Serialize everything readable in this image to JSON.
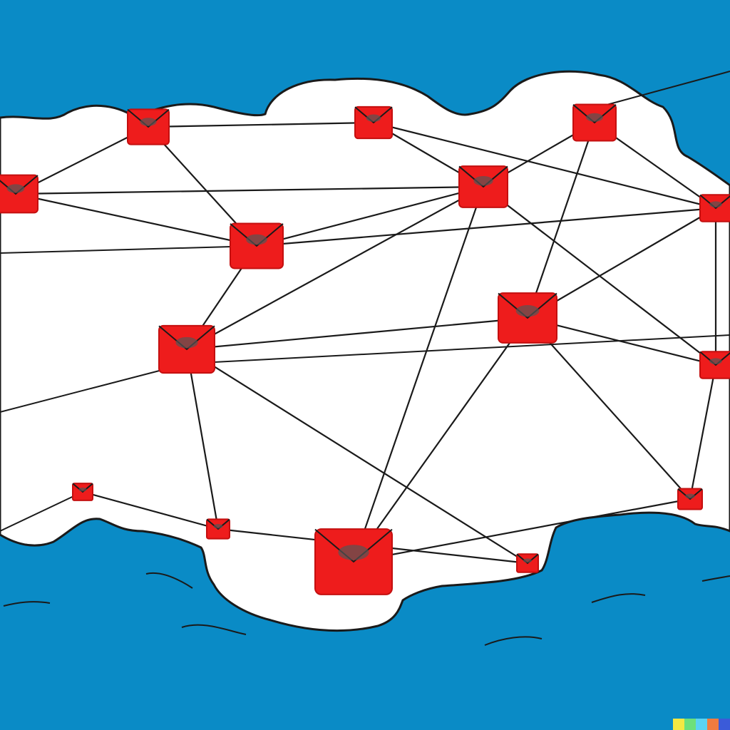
{
  "palette": {
    "sky": "#0a8bc6",
    "cloud": "#ffffff",
    "outline": "#1a1a1a",
    "node": "#ee1c1c",
    "node_shade": "#c40f0f"
  },
  "nodes": [
    {
      "id": "n1"
    },
    {
      "id": "n2"
    },
    {
      "id": "n3"
    },
    {
      "id": "n4"
    },
    {
      "id": "n5"
    },
    {
      "id": "n6"
    },
    {
      "id": "n7"
    },
    {
      "id": "n8"
    },
    {
      "id": "n9"
    },
    {
      "id": "n10"
    },
    {
      "id": "n11"
    },
    {
      "id": "n12"
    },
    {
      "id": "n13"
    },
    {
      "id": "n14"
    },
    {
      "id": "n15"
    }
  ],
  "links": [
    [
      "n1",
      "n4"
    ],
    [
      "n1",
      "n5"
    ],
    [
      "n1",
      "n2"
    ],
    [
      "n2",
      "n6"
    ],
    [
      "n2",
      "n7"
    ],
    [
      "n3",
      "n6"
    ],
    [
      "n3",
      "n7"
    ],
    [
      "n4",
      "n5"
    ],
    [
      "n4",
      "n6"
    ],
    [
      "n5",
      "n6"
    ],
    [
      "n5",
      "n7"
    ],
    [
      "n5",
      "n10"
    ],
    [
      "n6",
      "n10"
    ],
    [
      "n6",
      "n9"
    ],
    [
      "n7",
      "n9"
    ],
    [
      "n7",
      "n8"
    ],
    [
      "n8",
      "n10"
    ],
    [
      "n8",
      "n11"
    ],
    [
      "n8",
      "n12"
    ],
    [
      "n9",
      "n8"
    ],
    [
      "n9",
      "n11"
    ],
    [
      "n10",
      "n14"
    ],
    [
      "n10",
      "n15"
    ],
    [
      "n13",
      "n14"
    ],
    [
      "n14",
      "n15"
    ],
    [
      "n11",
      "n12"
    ],
    [
      "n12",
      "n6"
    ],
    [
      "n3",
      "n8"
    ]
  ],
  "watermark_colors": [
    "#f4e842",
    "#6de07a",
    "#5bd3f2",
    "#f07b3f",
    "#3b5bd9"
  ]
}
